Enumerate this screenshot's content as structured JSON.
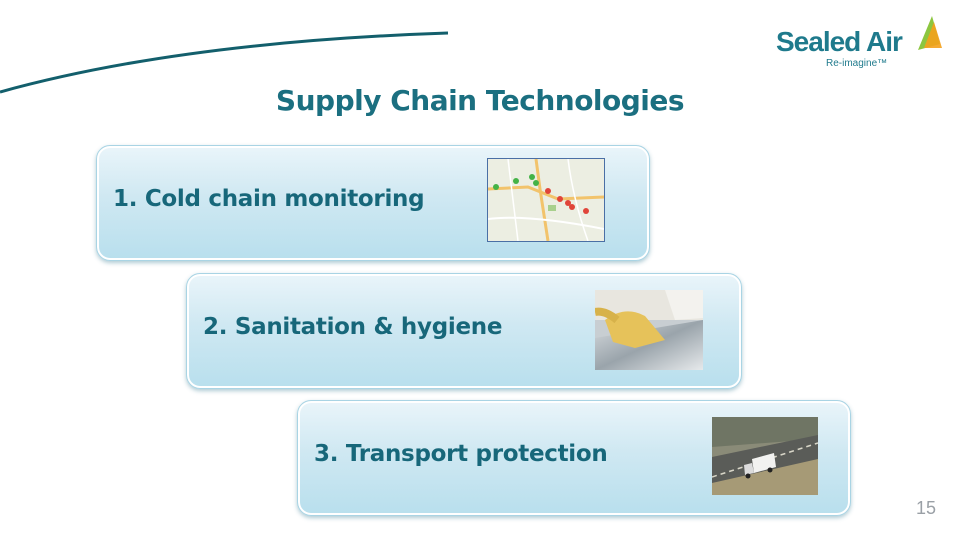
{
  "brand": {
    "name": "Sealed Air",
    "tagline": "Re-imagine™",
    "accent": "#1f7a8c"
  },
  "title": "Supply Chain Technologies",
  "cards": [
    {
      "label": "1.  Cold chain monitoring",
      "image": "map-thumbnail"
    },
    {
      "label": "2.  Sanitation & hygiene",
      "image": "cleaning-thumbnail"
    },
    {
      "label": "3.  Transport protection",
      "image": "truck-thumbnail"
    }
  ],
  "page_number": "15"
}
